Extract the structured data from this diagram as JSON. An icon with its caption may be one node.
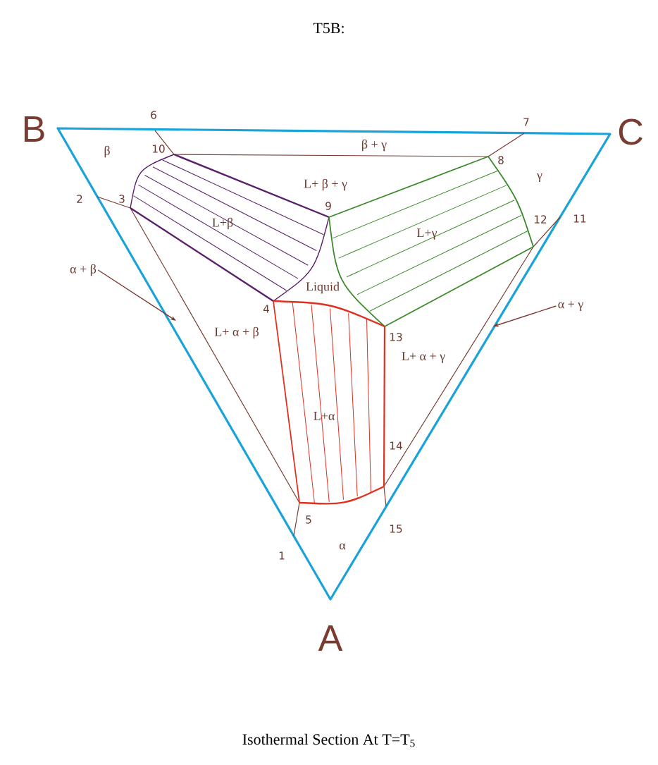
{
  "diagram": {
    "title": "T5B:",
    "caption": "Isothermal Section At T=T$_{5}$",
    "nodes": [
      {
        "text": [
          "α + β"
        ]
      },
      {
        "text": [
          "α + γ"
        ]
      }
    ],
    "edges": [
      {
        "from": 0,
        "to": null,
        "arrow": "to"
      },
      {
        "from": 1,
        "to": null,
        "arrow": "to"
      }
    ],
    "labels": [
      "B",
      "C",
      "6",
      "7",
      "β",
      "10",
      "β + γ",
      "8",
      "γ",
      "L+ β + γ",
      "2",
      "3",
      "9",
      "L+β",
      "12",
      "11",
      "L+γ",
      "Liquid",
      "4",
      "13",
      "L+ α + β",
      "L+ α + γ",
      "L+α",
      "14",
      "5",
      "15",
      "1",
      "α",
      "A"
    ]
  }
}
